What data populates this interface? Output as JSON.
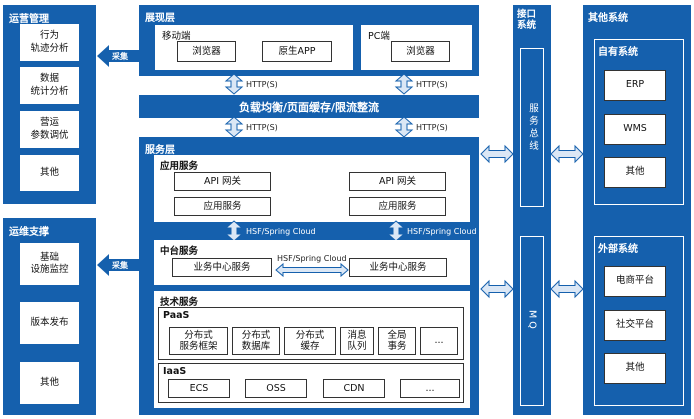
{
  "ops": {
    "title": "运营管理",
    "items": [
      "行为\n轨迹分析",
      "数据\n统计分析",
      "营运\n参数调优",
      "其他"
    ]
  },
  "maint": {
    "title": "运维支撑",
    "items": [
      "基础\n设施监控",
      "版本发布",
      "其他"
    ]
  },
  "collect_label": "采集",
  "presentation": {
    "title": "展现层",
    "mobile": {
      "title": "移动端",
      "items": [
        "浏览器",
        "原生APP"
      ]
    },
    "pc": {
      "title": "PC端",
      "items": [
        "浏览器"
      ]
    }
  },
  "http_label": "HTTP(S)",
  "lb_banner": "负载均衡/页面缓存/限流整流",
  "service": {
    "title": "服务层",
    "app": {
      "title": "应用服务",
      "left": [
        "API 网关",
        "应用服务"
      ],
      "right": [
        "API 网关",
        "应用服务"
      ]
    },
    "hsf_label": "HSF/Spring Cloud",
    "middle": {
      "title": "中台服务",
      "items": [
        "业务中心服务",
        "业务中心服务"
      ],
      "link_label": "HSF/Spring Cloud"
    },
    "tech": {
      "title": "技术服务",
      "paas": {
        "title": "PaaS",
        "items": [
          "分布式\n服务框架",
          "分布式\n数据库",
          "分布式\n缓存",
          "消息\n队列",
          "全局\n事务",
          "..."
        ]
      },
      "iaas": {
        "title": "IaaS",
        "items": [
          "ECS",
          "OSS",
          "CDN",
          "..."
        ]
      }
    }
  },
  "interface": {
    "title": "接口\n系统",
    "bus": "服务总线",
    "mq": "MQ"
  },
  "other": {
    "title": "其他系统",
    "own": {
      "title": "自有系统",
      "items": [
        "ERP",
        "WMS",
        "其他"
      ]
    },
    "external": {
      "title": "外部系统",
      "items": [
        "电商平台",
        "社交平台",
        "其他"
      ]
    }
  },
  "colors": {
    "primary": "#1560ad",
    "arrow_fill": "#dbe7f5"
  }
}
